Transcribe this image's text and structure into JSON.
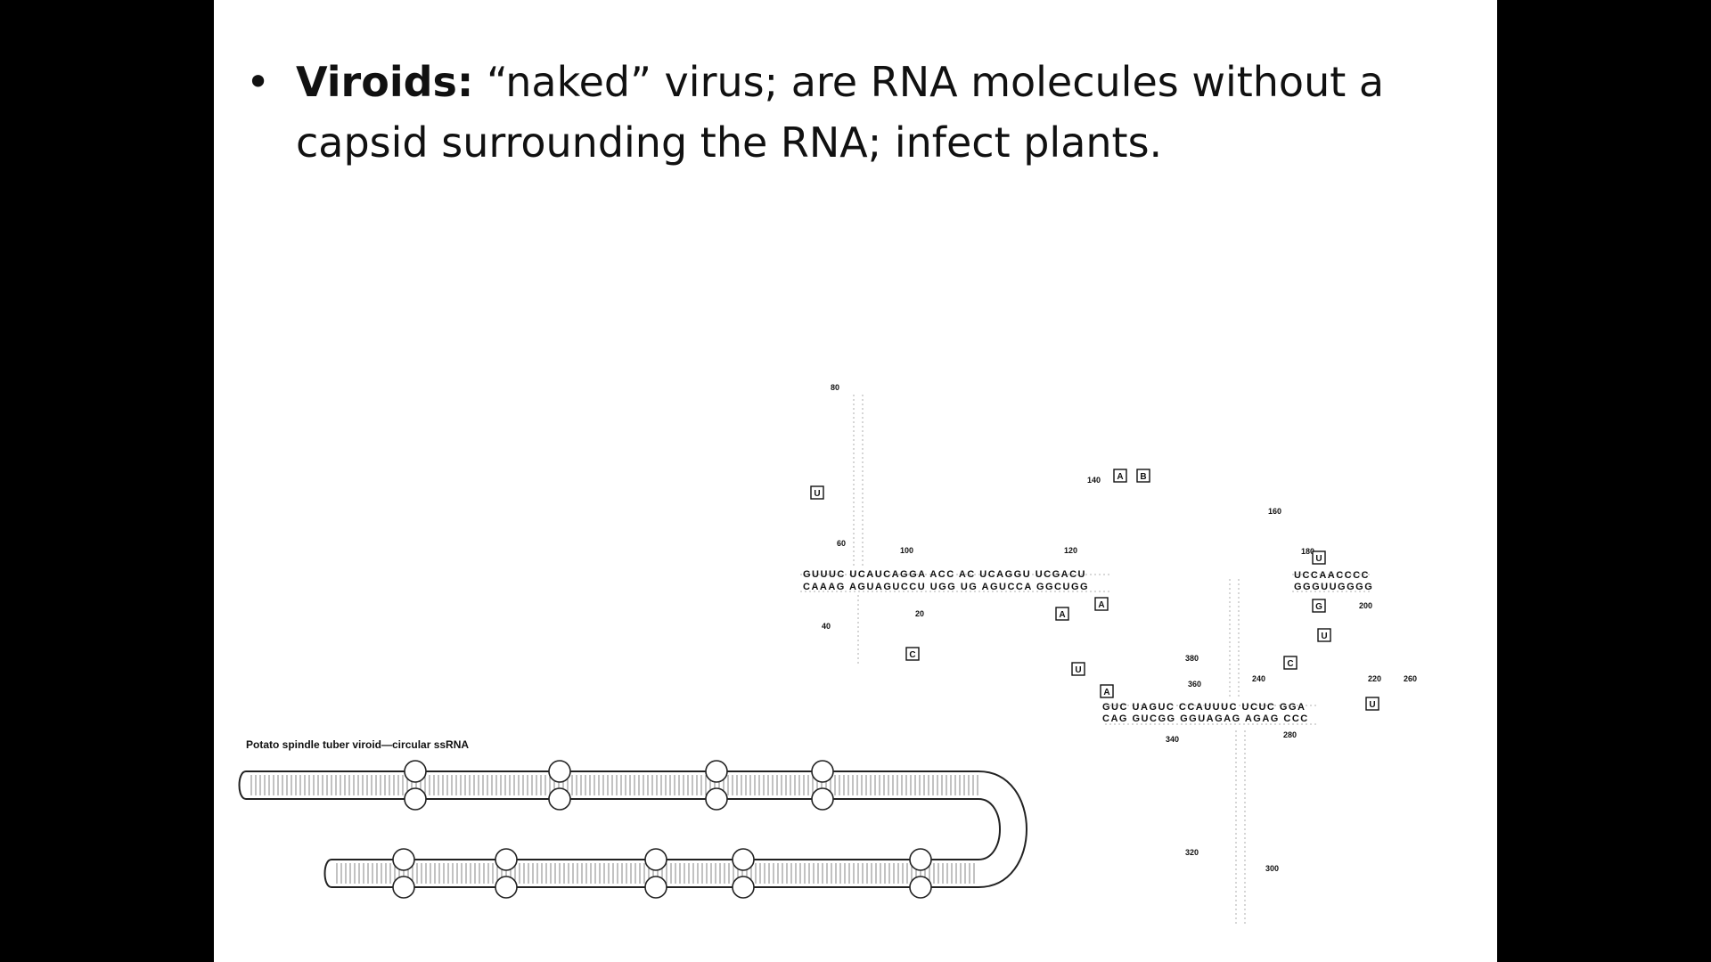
{
  "slide": {
    "bullet": "•",
    "term": "Viroids:",
    "definition": "  “naked” virus; are RNA molecules without a capsid surrounding the RNA; infect plants."
  },
  "circular_diagram": {
    "caption": "Potato spindle tuber viroid—circular ssRNA"
  },
  "branched_diagram": {
    "position_labels": [
      "60",
      "80",
      "100",
      "40",
      "20",
      "120",
      "140",
      "160",
      "180",
      "200",
      "220",
      "240",
      "260",
      "280",
      "300",
      "320",
      "340",
      "360",
      "380"
    ],
    "boxed_bases": [
      "C",
      "A",
      "U",
      "G",
      "U",
      "U",
      "A",
      "C",
      "U",
      "A",
      "U",
      "B",
      "A"
    ],
    "stem_strand_top": "GUUUC  UCAUCAGGA ACC  AC UCAGGU UCGACU",
    "stem_strand_bottom": "CAAAG  AGUAGUCCU UGG  UG AGUCCA GGCUGG",
    "right_strand_top": "UCCAACCCC",
    "right_strand_bottom": "GGGUUGGGG",
    "lower_strand_top": "GUC UAGUC  CCAUUUC  UCUC  GGA",
    "lower_strand_bottom": "CAG GUCGG  GGUAGAG  AGAG  CCC"
  }
}
